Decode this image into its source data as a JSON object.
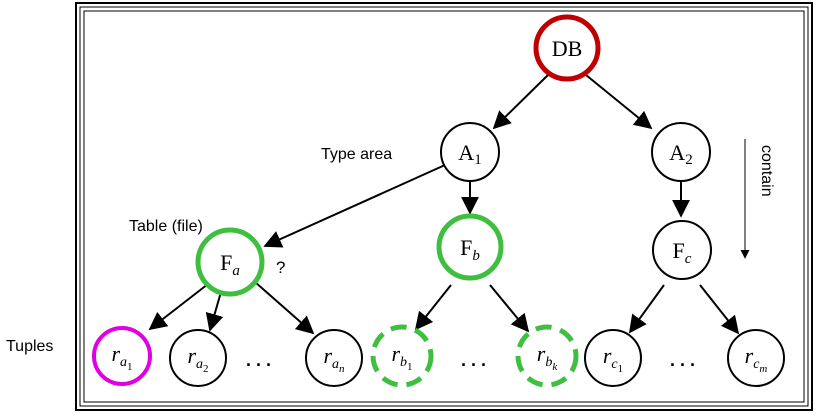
{
  "labels": {
    "type_area": "Type area",
    "table_file": "Table (file)",
    "tuples": "Tuples",
    "contain": "contain",
    "question": "?",
    "ellipsis": ". . ."
  },
  "nodes": {
    "db": {
      "label": "DB",
      "ring_color": "#c00000"
    },
    "a1": {
      "base": "A",
      "sub": "1"
    },
    "a2": {
      "base": "A",
      "sub": "2"
    },
    "fa": {
      "base": "F",
      "sub": "a",
      "ring_color": "#3fbf3f"
    },
    "fb": {
      "base": "F",
      "sub": "b",
      "ring_color": "#3fbf3f"
    },
    "fc": {
      "base": "F",
      "sub": "c"
    },
    "ra1": {
      "base": "r",
      "sub": "a",
      "subsub": "1",
      "ring_color": "#e000e0"
    },
    "ra2": {
      "base": "r",
      "sub": "a",
      "subsub": "2"
    },
    "ran": {
      "base": "r",
      "sub": "a",
      "subsub": "n"
    },
    "rb1": {
      "base": "r",
      "sub": "b",
      "subsub": "1",
      "ring_color": "#3fbf3f"
    },
    "rbk": {
      "base": "r",
      "sub": "b",
      "subsub": "k",
      "ring_color": "#3fbf3f"
    },
    "rc1": {
      "base": "r",
      "sub": "c",
      "subsub": "1"
    },
    "rcm": {
      "base": "r",
      "sub": "c",
      "subsub": "m"
    }
  }
}
